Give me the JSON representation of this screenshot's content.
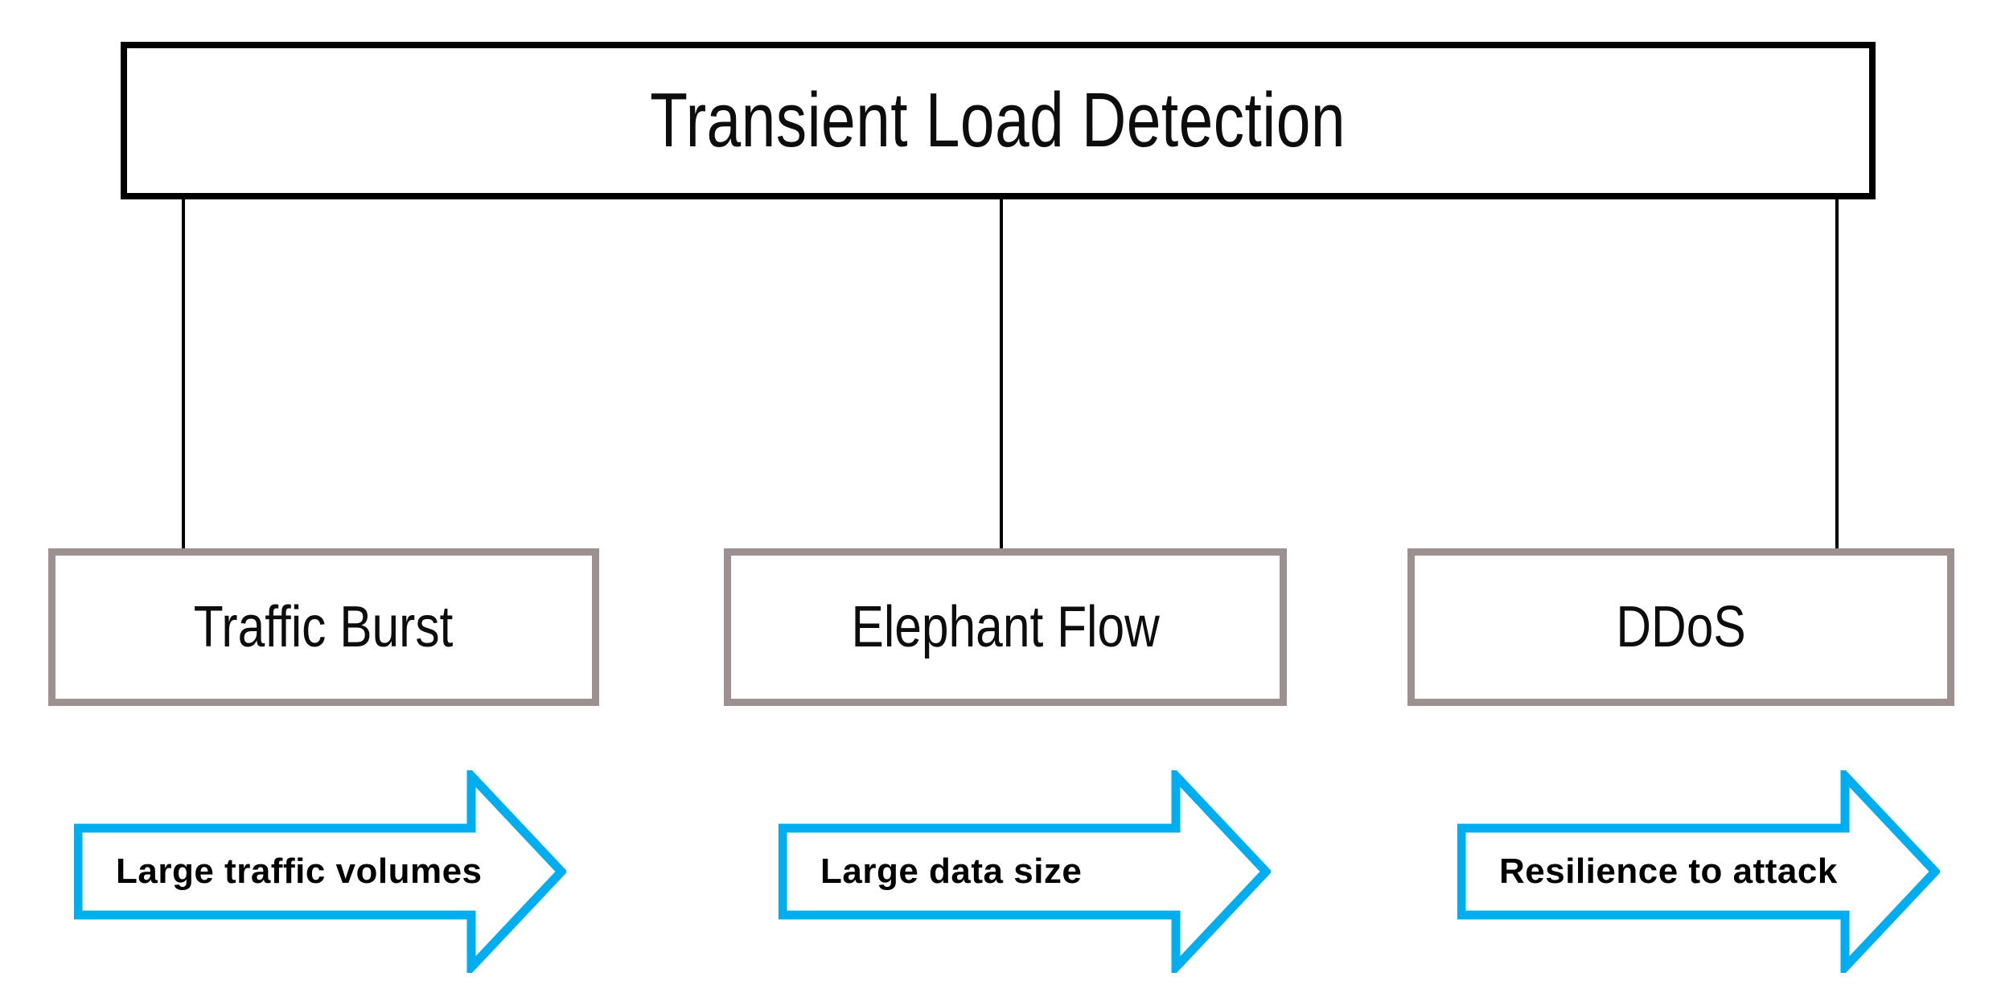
{
  "diagram": {
    "title": "Transient Load Detection",
    "root": {
      "label": "Transient Load Detection",
      "border_color": "#000000",
      "fill_color": "#ffffff"
    },
    "categories": [
      {
        "label": "Traffic Burst",
        "border_color": "#9d9090",
        "fill_color": "#ffffff"
      },
      {
        "label": "Elephant Flow",
        "border_color": "#9d9090",
        "fill_color": "#ffffff"
      },
      {
        "label": "DDoS",
        "border_color": "#9d9090",
        "fill_color": "#ffffff"
      }
    ],
    "arrows": [
      {
        "label": "Large traffic volumes",
        "color": "#00aeef",
        "direction": "right"
      },
      {
        "label": "Large data size",
        "color": "#00aeef",
        "direction": "right"
      },
      {
        "label": "Resilience to attack",
        "color": "#00aeef",
        "direction": "right"
      }
    ],
    "connectors": {
      "count": 3,
      "color": "#000000"
    },
    "palette": {
      "accent_blue": "#00aeef",
      "box_taupe": "#9d9090",
      "outline_black": "#000000",
      "background": "#ffffff"
    }
  }
}
